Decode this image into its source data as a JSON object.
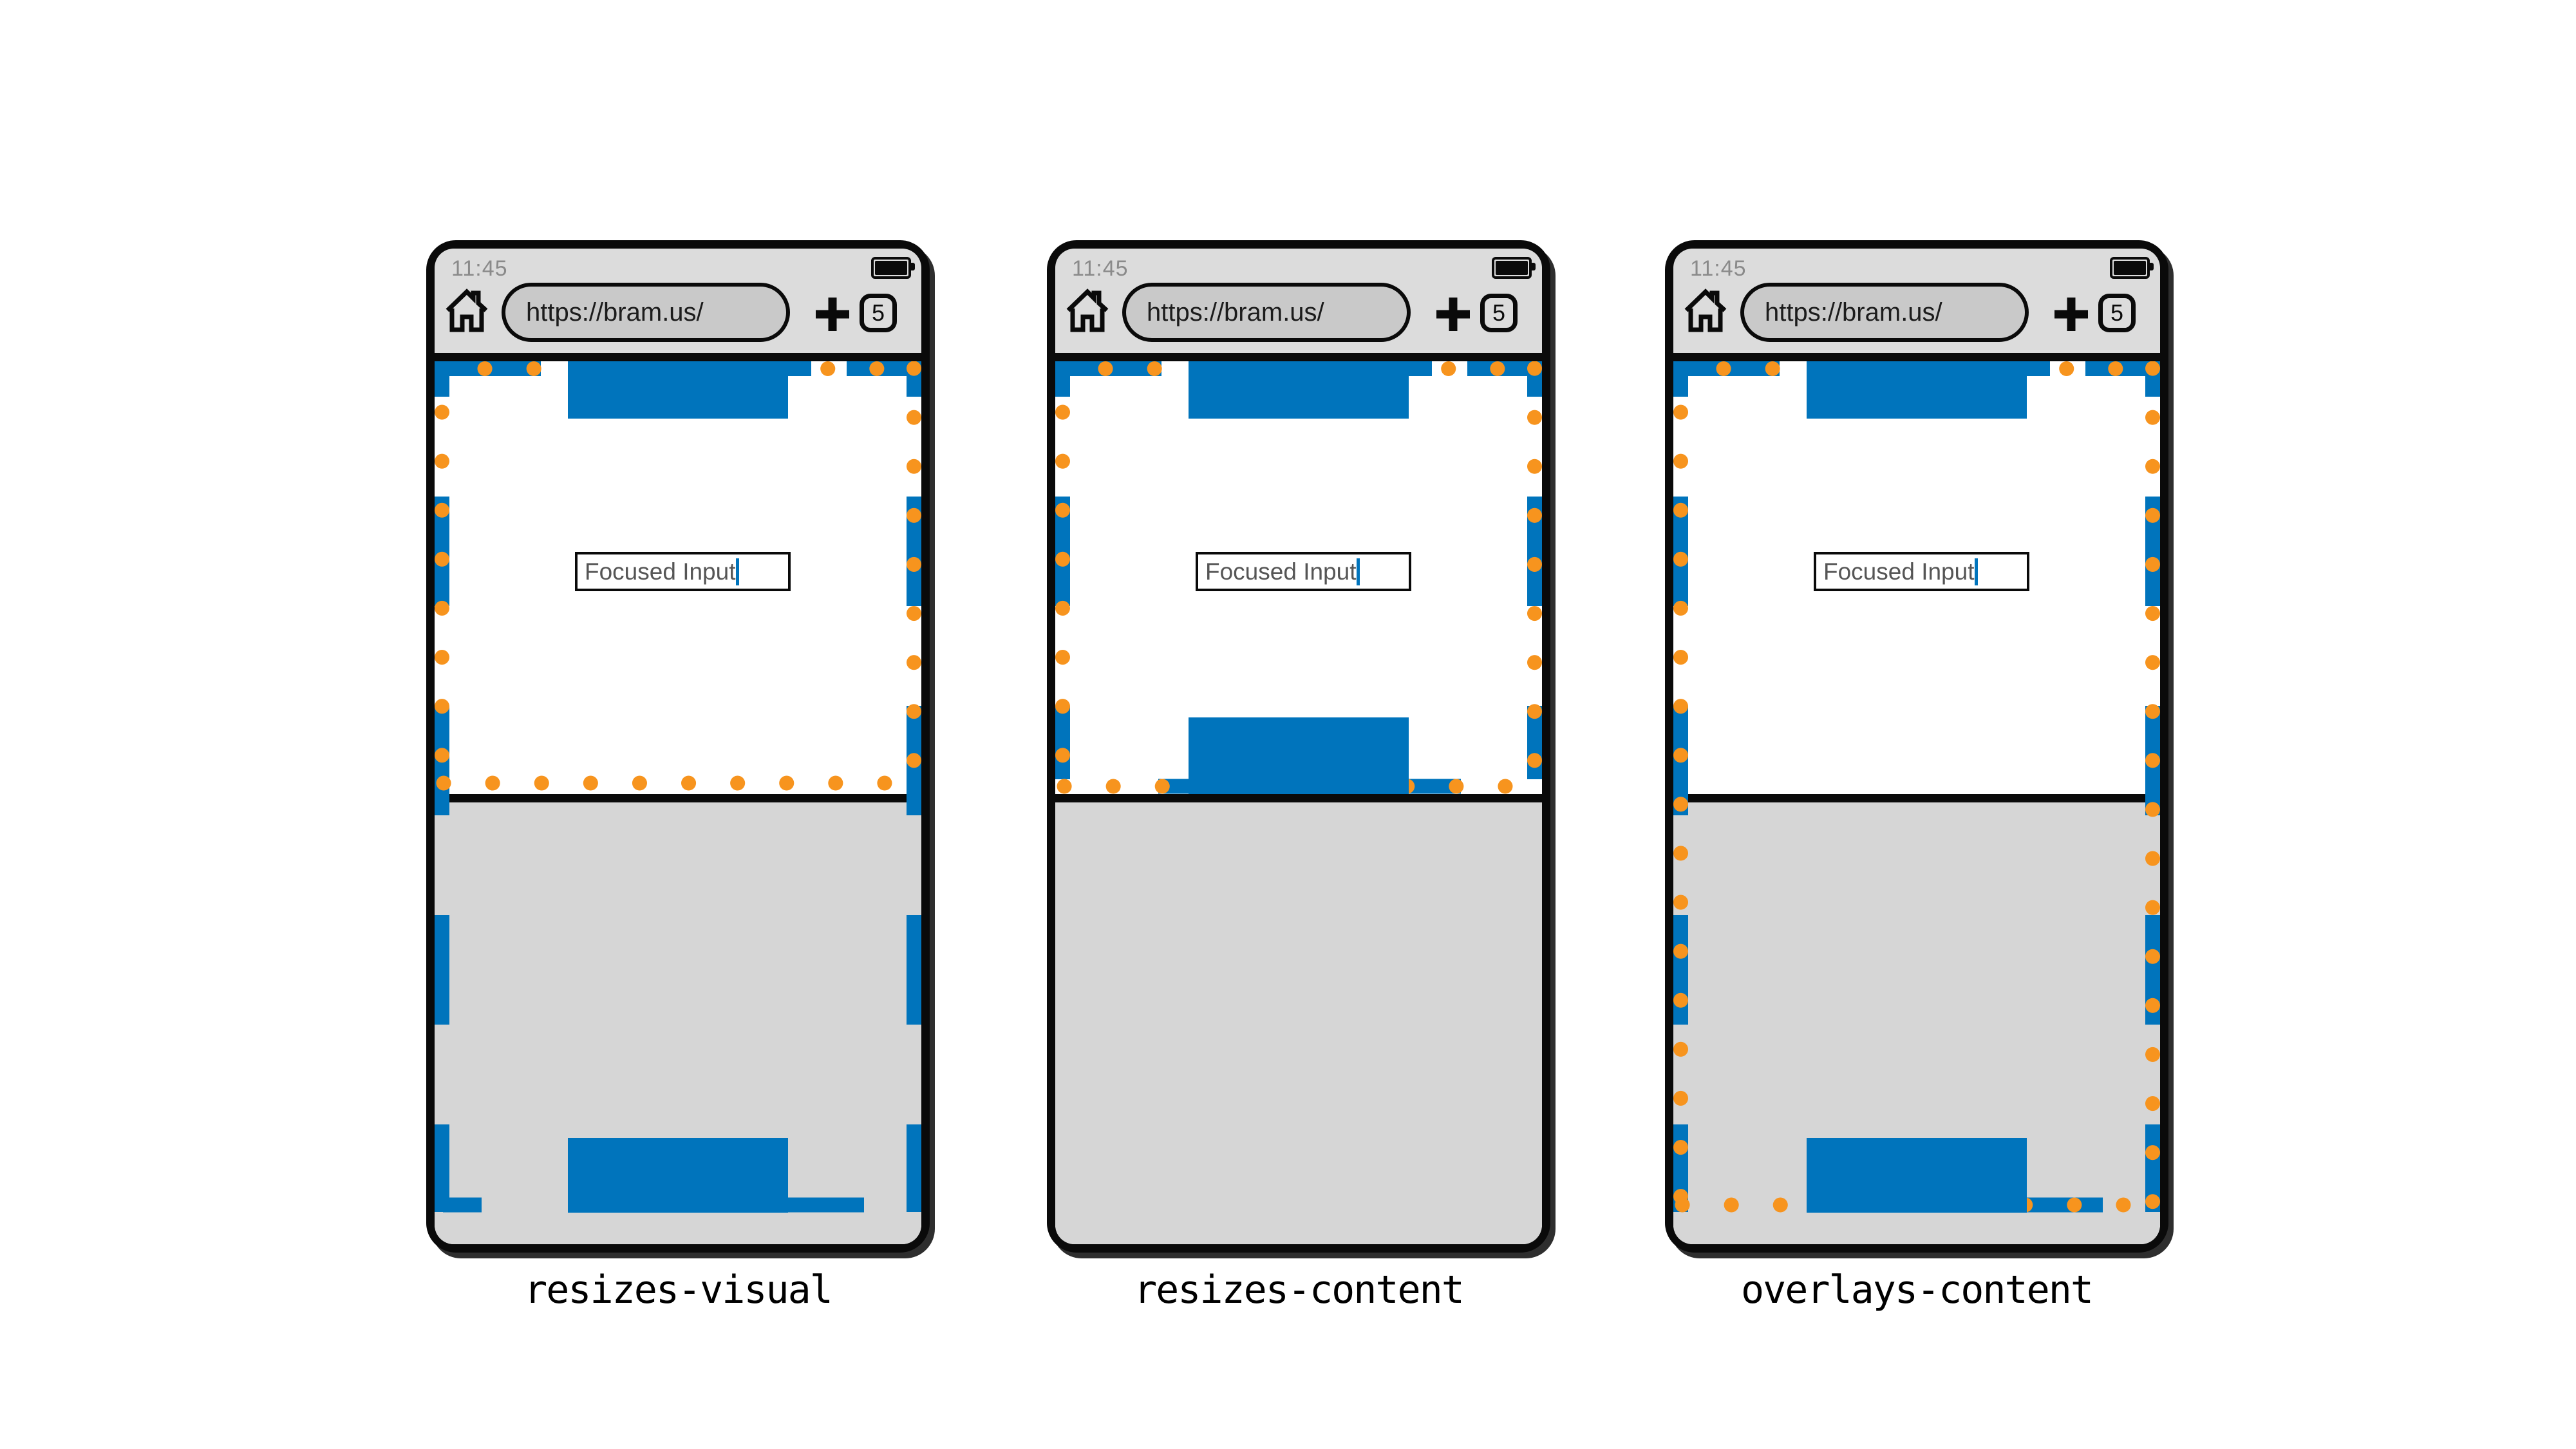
{
  "colors": {
    "ink": "#0a0a0a",
    "blue": "#0074bc",
    "orange": "#f7941e",
    "status_gray": "#dcdcdc",
    "keyboard_gray": "#d6d6d6",
    "pill_gray": "#c9c9c9",
    "time_gray": "#8a8a8a",
    "input_text": "#555555"
  },
  "phones": [
    {
      "label": "resizes-visual",
      "status": {
        "time": "11:45",
        "battery": "battery-full-icon"
      },
      "toolbar": {
        "url": "https://bram.us/",
        "tab_count": "5"
      },
      "page": {
        "input_value": "Focused Input"
      }
    },
    {
      "label": "resizes-content",
      "status": {
        "time": "11:45",
        "battery": "battery-full-icon"
      },
      "toolbar": {
        "url": "https://bram.us/",
        "tab_count": "5"
      },
      "page": {
        "input_value": "Focused Input"
      }
    },
    {
      "label": "overlays-content",
      "status": {
        "time": "11:45",
        "battery": "battery-full-icon"
      },
      "toolbar": {
        "url": "https://bram.us/",
        "tab_count": "5"
      },
      "page": {
        "input_value": "Focused Input"
      }
    }
  ]
}
